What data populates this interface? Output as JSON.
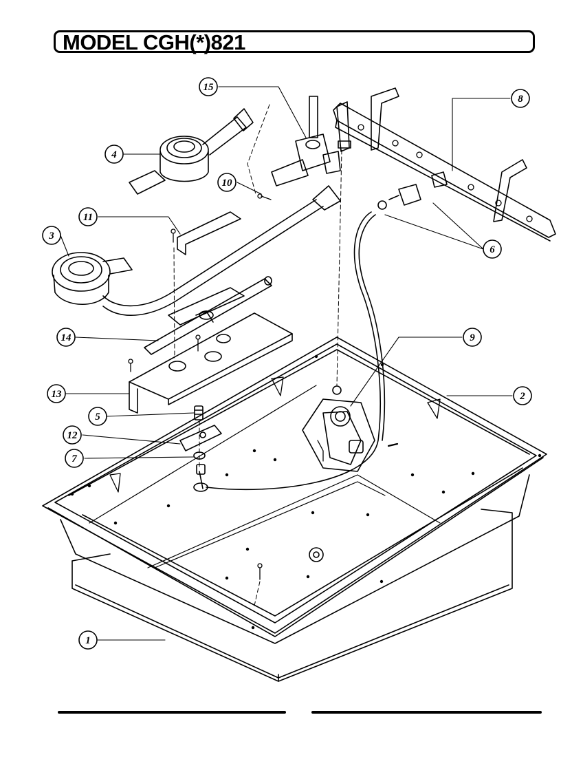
{
  "title": "MODEL CGH(*)821",
  "callouts": [
    {
      "id": "c15",
      "label": "15"
    },
    {
      "id": "c4",
      "label": "4"
    },
    {
      "id": "c10",
      "label": "10"
    },
    {
      "id": "c8top",
      "label": "8"
    },
    {
      "id": "c11",
      "label": "11"
    },
    {
      "id": "c3",
      "label": "3"
    },
    {
      "id": "c6",
      "label": "6"
    },
    {
      "id": "c14",
      "label": "14"
    },
    {
      "id": "c9",
      "label": "9"
    },
    {
      "id": "c13",
      "label": "13"
    },
    {
      "id": "c2",
      "label": "2"
    },
    {
      "id": "c5",
      "label": "5"
    },
    {
      "id": "c12",
      "label": "12"
    },
    {
      "id": "c7",
      "label": "7"
    },
    {
      "id": "c1",
      "label": "1"
    }
  ]
}
